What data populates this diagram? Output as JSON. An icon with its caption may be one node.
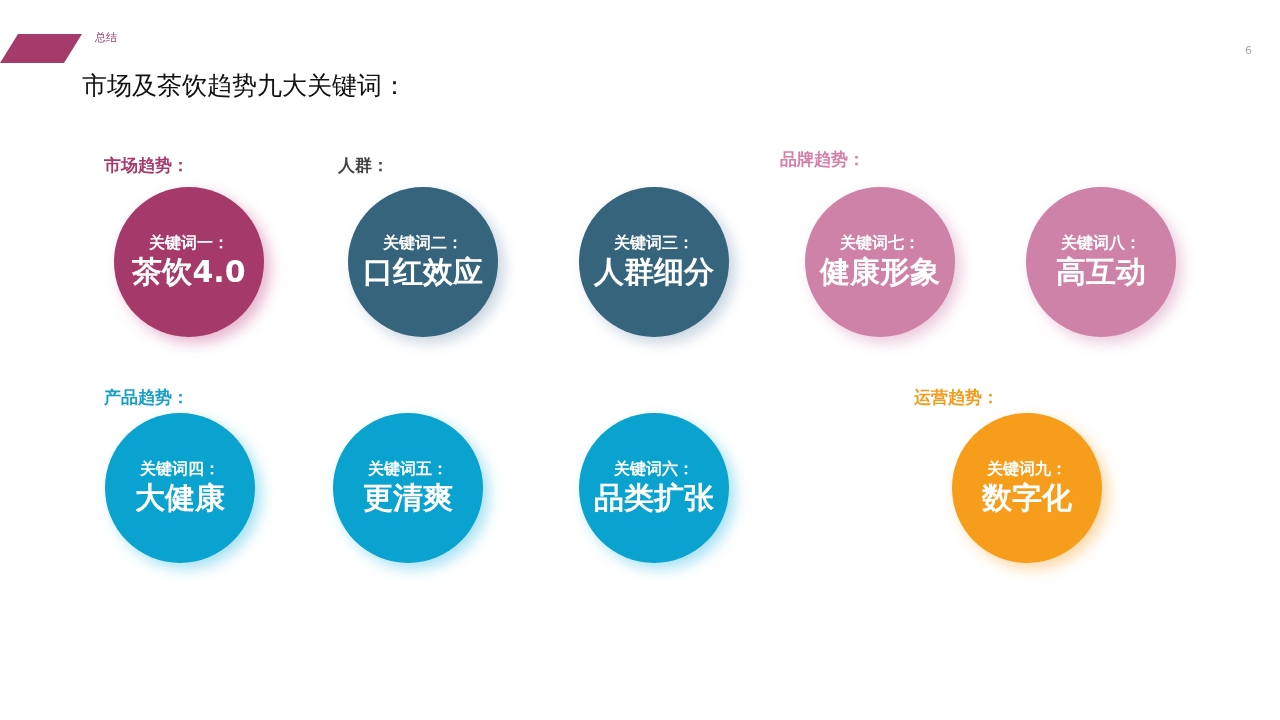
{
  "diagram": {
    "title": "市场及茶饮趋势九大关键词：",
    "nodes": [
      {
        "text": [],
        "shape": "bar",
        "beside": [
          "总结"
        ]
      },
      {
        "text": [
          "关键词一：",
          "茶饮4.0"
        ]
      },
      {
        "text": [
          "关键词二：",
          "口红效应"
        ]
      },
      {
        "text": [
          "关键词三：",
          "人群细分"
        ]
      },
      {
        "text": [
          "关键词七：",
          "健康形象"
        ]
      },
      {
        "text": [
          "关键词八：",
          "高互动"
        ]
      },
      {
        "text": [
          "关键词四：",
          "大健康"
        ]
      },
      {
        "text": [
          "关键词五：",
          "更清爽"
        ]
      },
      {
        "text": [
          "关键词六：",
          "品类扩张"
        ]
      },
      {
        "text": [
          "关键词九：",
          "数字化"
        ]
      }
    ],
    "labels": [
      "6",
      "市场趋势：",
      "人群：",
      "品牌趋势：",
      "产品趋势：",
      "运营趋势："
    ]
  }
}
